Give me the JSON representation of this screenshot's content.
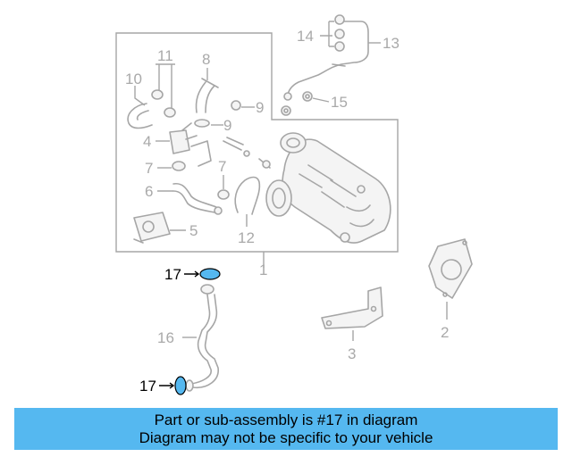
{
  "diagram": {
    "callouts": {
      "c1": "1",
      "c2": "2",
      "c3": "3",
      "c4": "4",
      "c5": "5",
      "c6": "6",
      "c7a": "7",
      "c7b": "7",
      "c8": "8",
      "c9a": "9",
      "c9b": "9",
      "c10": "10",
      "c11": "11",
      "c12": "12",
      "c13": "13",
      "c14": "14",
      "c15": "15",
      "c16": "16",
      "c17a": "17",
      "c17b": "17"
    },
    "colors": {
      "highlight": "#55b8f0",
      "line": "#a6a6a6",
      "banner": "#55b8f0"
    }
  },
  "banner": {
    "line1": "Part or sub-assembly is #17 in diagram",
    "line2": "Diagram may not be specific to your vehicle"
  }
}
